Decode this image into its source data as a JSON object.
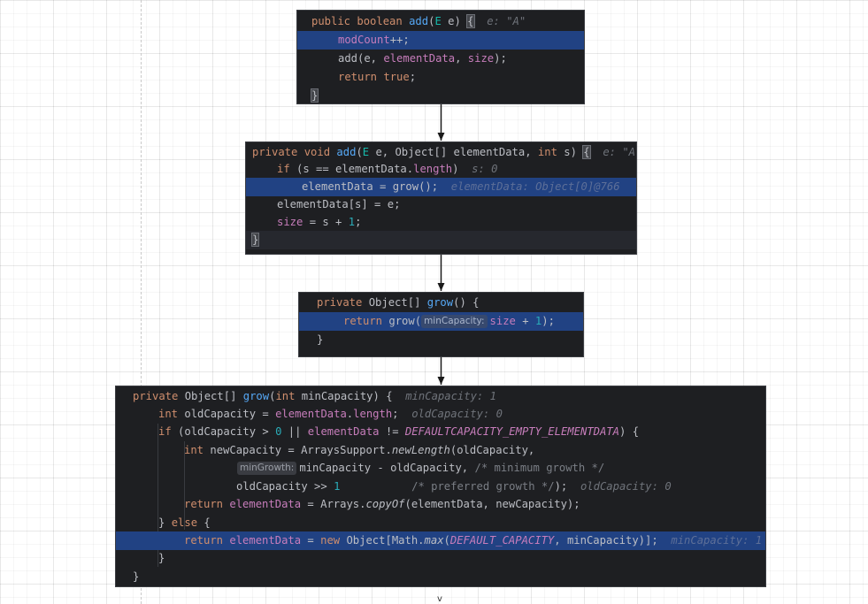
{
  "diagram": {
    "block1": {
      "lines": {
        "sig_public": "public",
        "sig_boolean": "boolean",
        "sig_name": "add",
        "sig_paren": "(",
        "sig_type": "E",
        "sig_param": " e) ",
        "sig_brace": "{",
        "sig_hint": "e: \"A\"",
        "l2_field": "modCount",
        "l2_rest": "++;",
        "l3_call": "add(e, ",
        "l3_field1": "elementData",
        "l3_comma": ", ",
        "l3_field2": "size",
        "l3_end": ");",
        "l4_return": "return",
        "l4_true": "true",
        "l4_end": ";",
        "close": "}"
      }
    },
    "block2": {
      "lines": {
        "sig_private": "private",
        "sig_void": "void",
        "sig_name": "add",
        "sig_paren": "(",
        "sig_type": "E",
        "sig_mid": " e, Object[] elementData, ",
        "sig_int": "int",
        "sig_s": " s) ",
        "sig_brace": "{",
        "sig_hint": "e: \"A\"",
        "l2_if": "if",
        "l2_mid": " (s == elementData.",
        "l2_length": "length",
        "l2_end": ")",
        "l2_hint": "s: 0",
        "l3_code": "elementData = grow();",
        "l3_hint": "elementData: Object[0]@766",
        "l4_code": "elementData[s] = e;",
        "l5_size": "size",
        "l5_mid": " = s + ",
        "l5_one": "1",
        "l5_end": ";",
        "close": "}"
      }
    },
    "block3": {
      "lines": {
        "sig_private": "private",
        "sig_type": " Object[] ",
        "sig_name": "grow",
        "sig_end": "() {",
        "l2_return": "return",
        "l2_call": " grow(",
        "l2_param_hint": "minCapacity:",
        "l2_size": "size",
        "l2_plus": " + ",
        "l2_one": "1",
        "l2_end": ");",
        "close": "}"
      }
    },
    "block4": {
      "lines": {
        "sig_private": "private",
        "sig_type": " Object[] ",
        "sig_name": "grow",
        "sig_paren": "(",
        "sig_int": "int",
        "sig_rest": " minCapacity) {",
        "sig_hint": "minCapacity: 1",
        "l2_int": "int",
        "l2_mid": " oldCapacity = ",
        "l2_field": "elementData",
        "l2_dot": ".",
        "l2_length": "length",
        "l2_end": ";",
        "l2_hint": "oldCapacity: 0",
        "l3_if": "if",
        "l3_mid": " (oldCapacity > ",
        "l3_zero": "0",
        "l3_or": " || ",
        "l3_field": "elementData",
        "l3_neq": " != ",
        "l3_const": "DEFAULTCAPACITY_EMPTY_ELEMENTDATA",
        "l3_end": ") {",
        "l4_int": "int",
        "l4_mid": " newCapacity = ArraysSupport.",
        "l4_method": "newLength",
        "l4_end": "(oldCapacity,",
        "l5_param_hint": "minGrowth:",
        "l5_code": "minCapacity - oldCapacity, ",
        "l5_comment": "/* minimum growth */",
        "l6_code": "oldCapacity >> ",
        "l6_one": "1",
        "l6_comment": "/* preferred growth */",
        "l6_end": ");",
        "l6_hint": "oldCapacity: 0",
        "l7_return": "return",
        "l7_space": " ",
        "l7_field": "elementData",
        "l7_mid": " = Arrays.",
        "l7_method": "copyOf",
        "l7_end": "(elementData, newCapacity);",
        "l8_close": "}",
        "l8_else": "else",
        "l8_brace": "{",
        "l9_return": "return",
        "l9_space": " ",
        "l9_field": "elementData",
        "l9_eq": " = ",
        "l9_new": "new",
        "l9_obj": " Object[Math.",
        "l9_max": "max",
        "l9_paren": "(",
        "l9_const": "DEFAULT_CAPACITY",
        "l9_end": ", minCapacity)];",
        "l9_hint": "minCapacity: 1",
        "l10_close": "}",
        "l11_close": "}"
      }
    },
    "bottom_mark": "v"
  }
}
